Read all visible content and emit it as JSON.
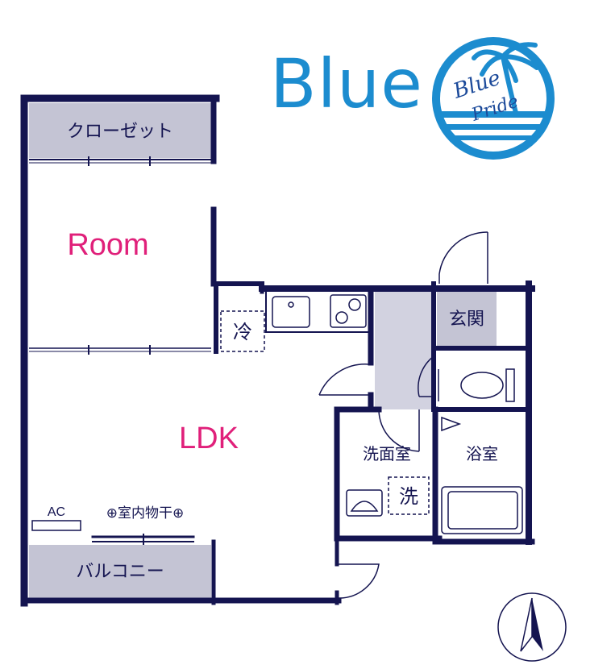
{
  "brand": {
    "name": "Blue",
    "logo_text_line1": "Blue",
    "logo_text_line2": "Pride"
  },
  "rooms": {
    "closet": "クローゼット",
    "room": "Room",
    "ldk": "LDK",
    "entrance": "玄関",
    "washroom": "洗面室",
    "bathroom": "浴室",
    "balcony": "バルコニー"
  },
  "fixtures": {
    "fridge": "冷",
    "washer": "洗",
    "ac": "AC",
    "indoor_drying": "⊕室内物干⊕"
  },
  "colors": {
    "wall": "#141450",
    "label_pink": "#e0207a",
    "shade": "#c4c4d4",
    "brand_blue": "#1c8ccf"
  }
}
